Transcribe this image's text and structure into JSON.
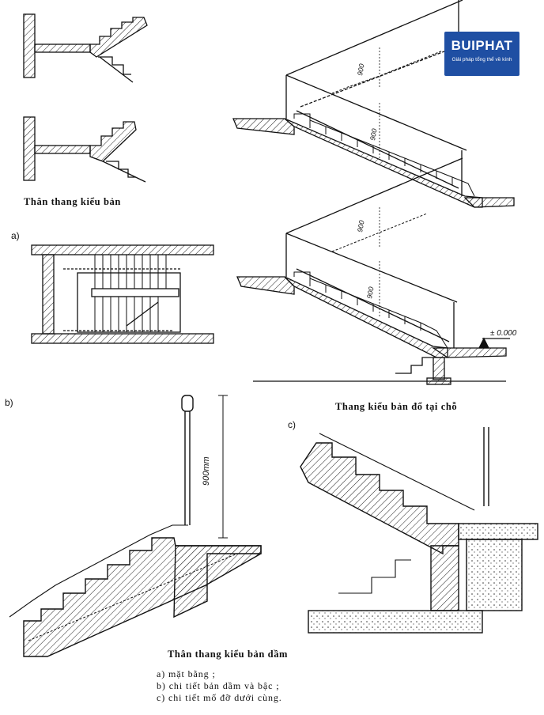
{
  "logo": {
    "brand": "BUIPHAT",
    "tagline": "Giải pháp tổng thể về kính"
  },
  "captions": {
    "ban_stair_top": "Thân thang kiểu bản",
    "cast_in_place": "Thang kiểu bản đổ tại chỗ",
    "beam_slab_stair": "Thân thang kiểu bản dầm"
  },
  "labels": {
    "a": "a)",
    "b": "b)",
    "c": "c)"
  },
  "dimensions": {
    "rail_900_1": "900",
    "rail_900_2": "900",
    "rail_900_3": "900",
    "rail_900_4": "900",
    "rail_900mm": "900mm",
    "level": "± 0.000"
  },
  "legend": {
    "item_a": "a)  mặt bằng ;",
    "item_b": "b)  chi  tiết  bản  dầm  và  bậc ;",
    "item_c": "c)  chi  tiết  mố  đỡ  dưới  cùng."
  }
}
